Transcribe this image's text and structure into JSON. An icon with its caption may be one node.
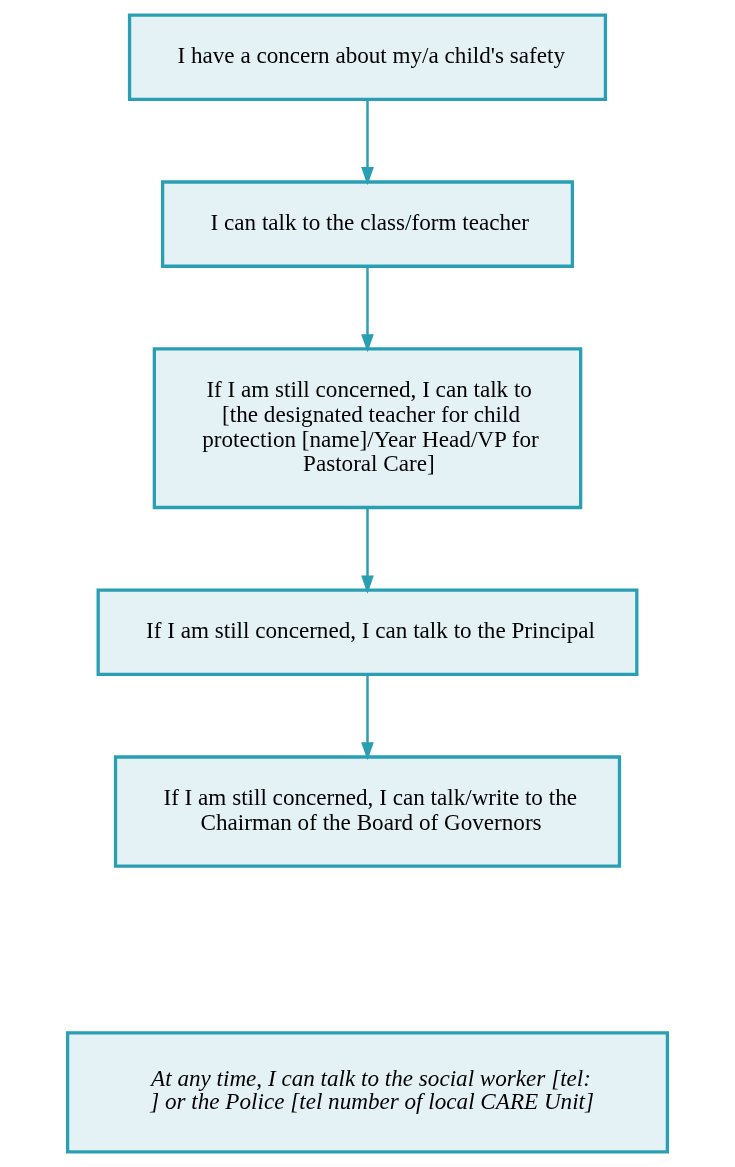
{
  "diagram": {
    "nodes": [
      {
        "text": [
          "I have a concern about my/a child's safety"
        ]
      },
      {
        "text": [
          "I can talk to the class/form teacher"
        ]
      },
      {
        "text": [
          "If I am still concerned, I can talk to [the designated teacher for child protection [name]/Year Head/VP for Pastoral Care]"
        ]
      },
      {
        "text": [
          "If I am still concerned, I can talk to the Principal"
        ]
      },
      {
        "text": [
          "If I am still concerned, I can talk/write to the Chairman of the Board of Governors"
        ]
      },
      {
        "text": [
          "At any time, I can talk to the social worker [tel:  ] or the Police [tel number of local CARE Unit]"
        ]
      }
    ],
    "edges": [
      {
        "from": 0,
        "to": 1,
        "arrow": "to"
      },
      {
        "from": 1,
        "to": 2,
        "arrow": "to"
      },
      {
        "from": 2,
        "to": 3,
        "arrow": "to"
      },
      {
        "from": 3,
        "to": 4,
        "arrow": "to"
      }
    ]
  }
}
